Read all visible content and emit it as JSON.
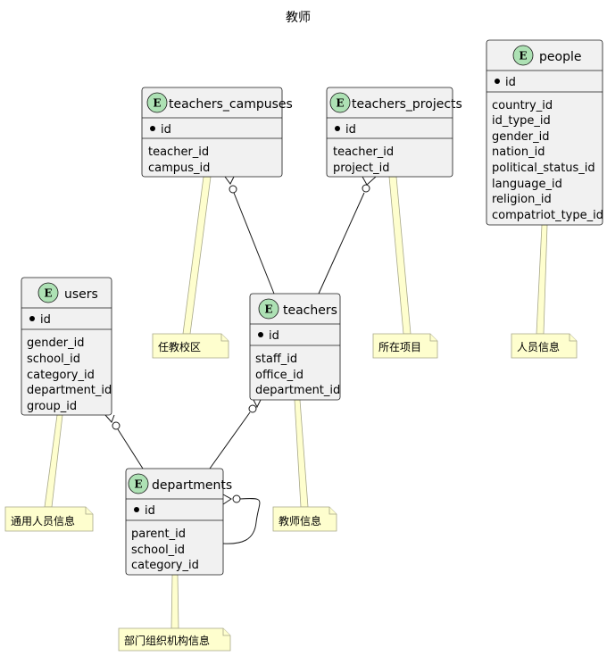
{
  "title": "教师",
  "entities": {
    "teachers_campuses": {
      "name": "teachers_campuses",
      "key": "id",
      "fields": [
        "teacher_id",
        "campus_id"
      ]
    },
    "teachers_projects": {
      "name": "teachers_projects",
      "key": "id",
      "fields": [
        "teacher_id",
        "project_id"
      ]
    },
    "people": {
      "name": "people",
      "key": "id",
      "fields": [
        "country_id",
        "id_type_id",
        "gender_id",
        "nation_id",
        "political_status_id",
        "language_id",
        "religion_id",
        "compatriot_type_id"
      ]
    },
    "users": {
      "name": "users",
      "key": "id",
      "fields": [
        "gender_id",
        "school_id",
        "category_id",
        "department_id",
        "group_id"
      ]
    },
    "teachers": {
      "name": "teachers",
      "key": "id",
      "fields": [
        "staff_id",
        "office_id",
        "department_id"
      ]
    },
    "departments": {
      "name": "departments",
      "key": "id",
      "fields": [
        "parent_id",
        "school_id",
        "category_id"
      ]
    }
  },
  "notes": {
    "teachers_campuses": "任教校区",
    "teachers_projects": "所在项目",
    "people": "人员信息",
    "users": "通用人员信息",
    "teachers": "教师信息",
    "departments": "部门组织机构信息"
  },
  "icon": {
    "letter": "E",
    "name": "entity-icon"
  },
  "colors": {
    "entity_fill": "#f1f1f1",
    "entity_stroke": "#181818",
    "icon_fill": "#ade1b4",
    "note_fill": "#fefece",
    "note_stroke": "#a7a788",
    "line": "#181818"
  }
}
